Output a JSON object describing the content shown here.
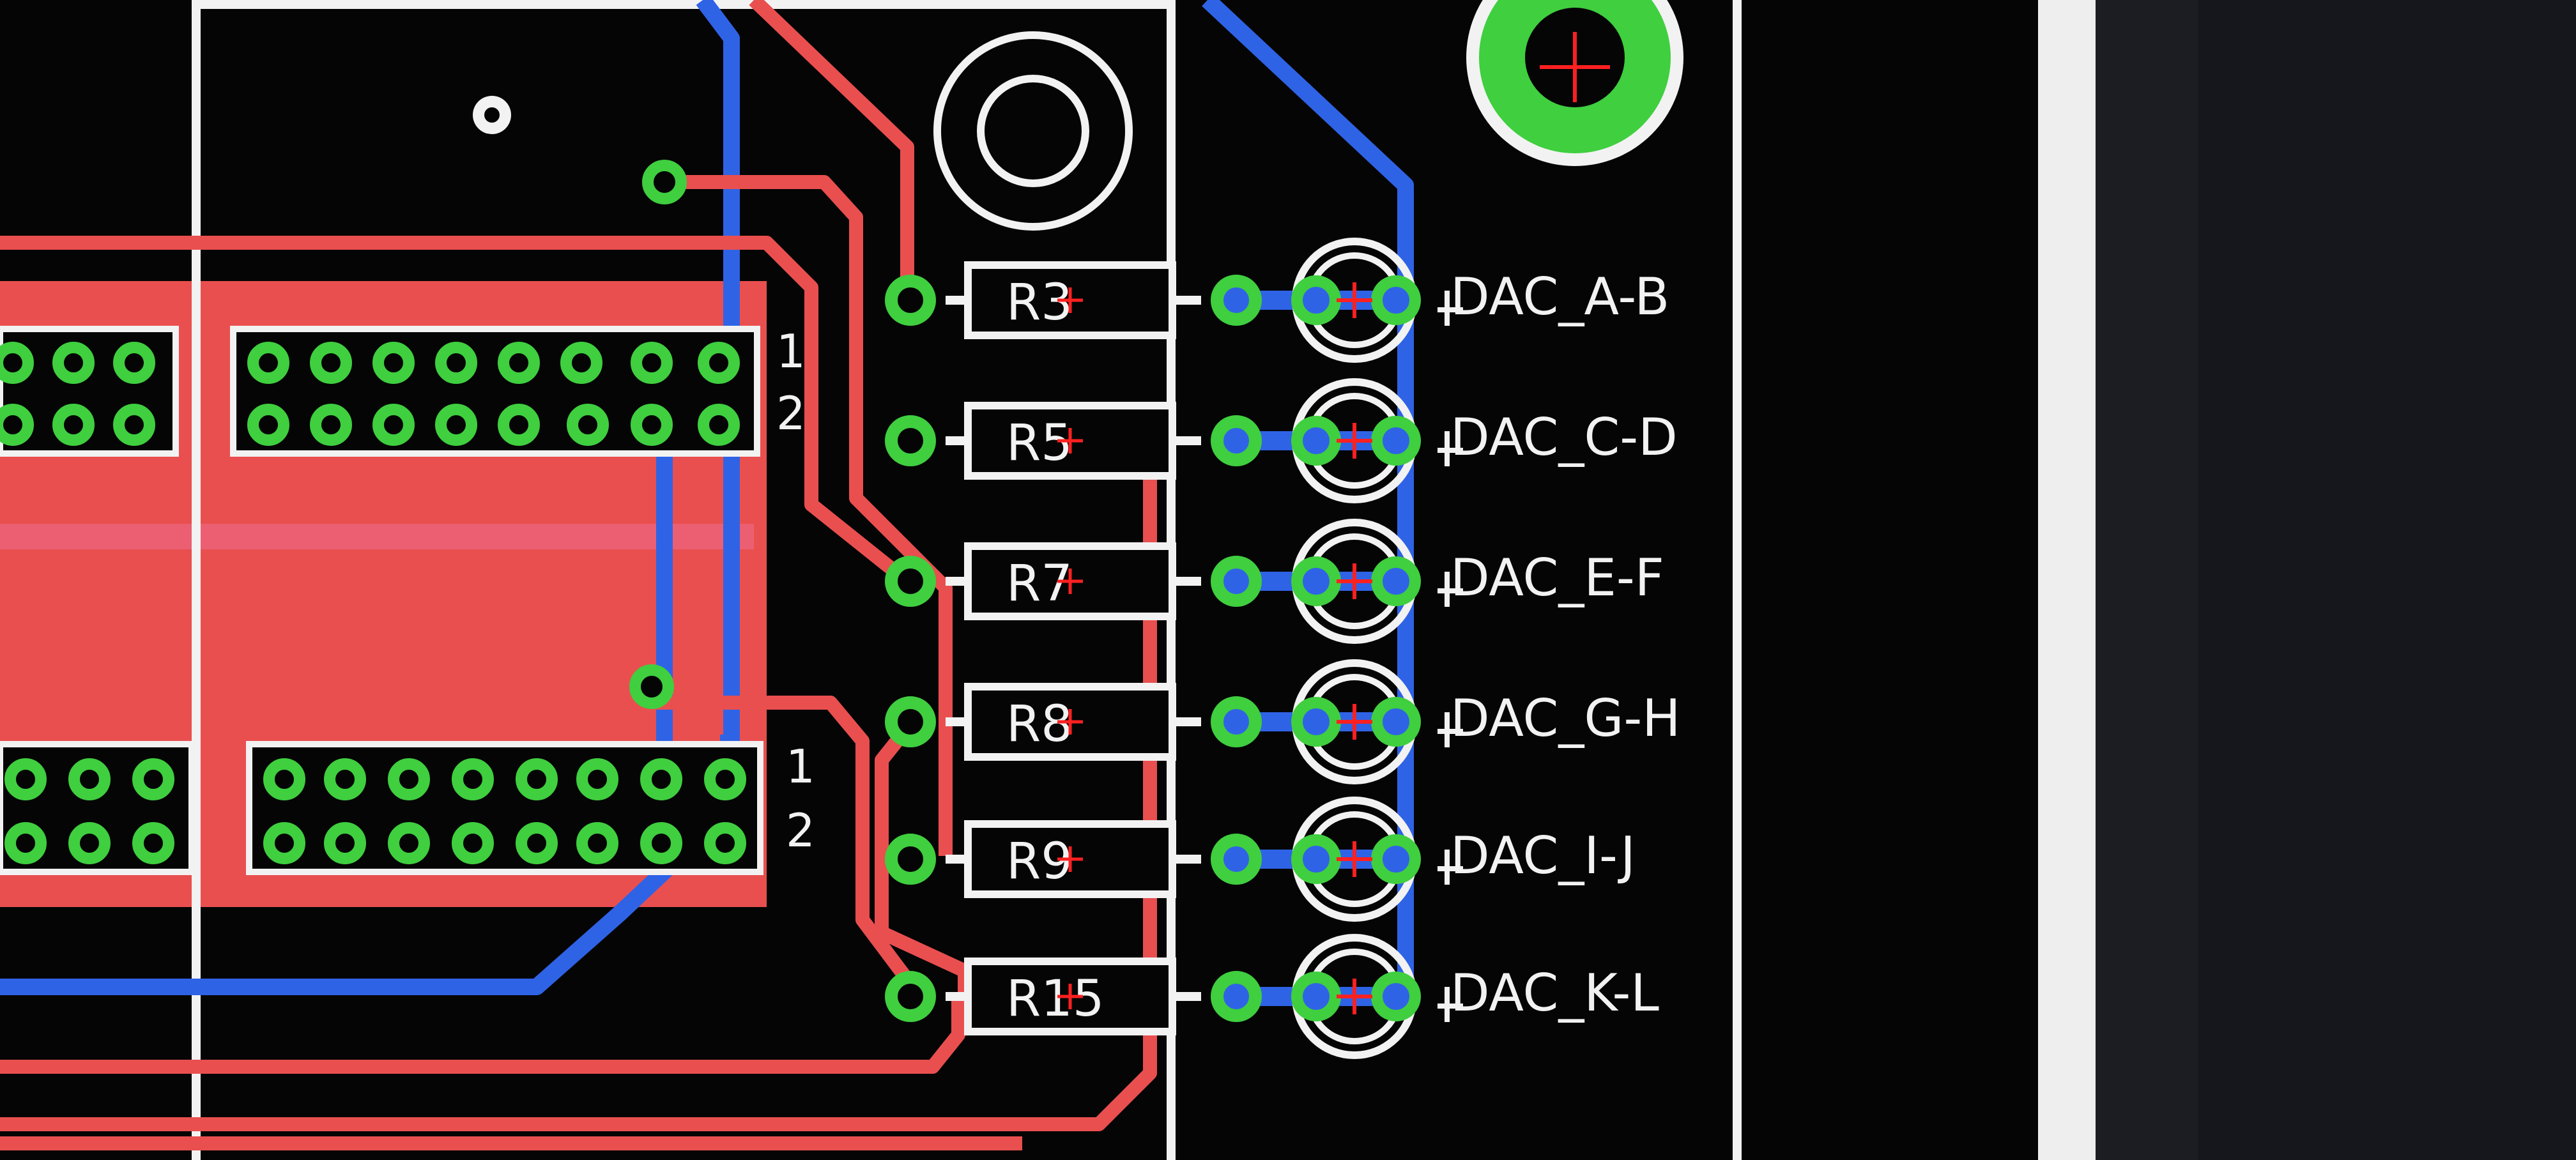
{
  "board": {
    "resistors": [
      {
        "ref": "R3"
      },
      {
        "ref": "R5"
      },
      {
        "ref": "R7"
      },
      {
        "ref": "R8"
      },
      {
        "ref": "R9"
      },
      {
        "ref": "R15"
      }
    ],
    "nets": [
      {
        "label": "DAC_A-B"
      },
      {
        "label": "DAC_C-D"
      },
      {
        "label": "DAC_E-F"
      },
      {
        "label": "DAC_G-H"
      },
      {
        "label": "DAC_I-J"
      },
      {
        "label": "DAC_K-L"
      }
    ],
    "header_top": {
      "pin1": "1",
      "pin2": "2"
    },
    "header_bottom": {
      "pin1": "1",
      "pin2": "2"
    }
  },
  "colors": {
    "background": "#050505",
    "top_copper": "#e94f4f",
    "bottom_copper": "#2f63e6",
    "pad": "#3fcf3f",
    "silkscreen": "#f2f2f2",
    "origin_mark": "#ff2020"
  }
}
